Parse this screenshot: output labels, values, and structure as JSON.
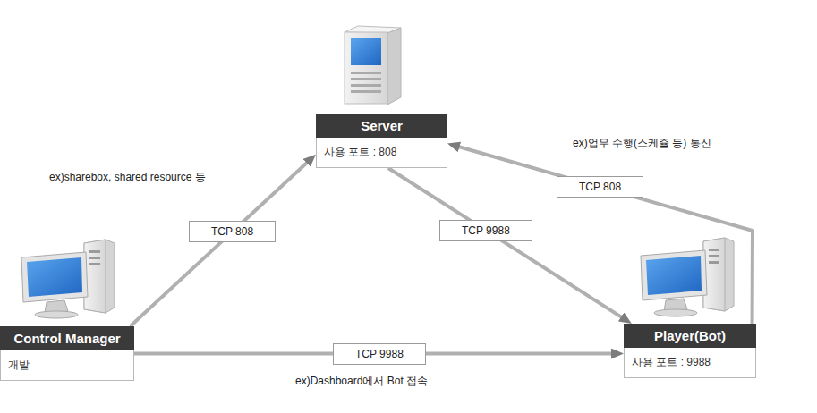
{
  "diagram": {
    "nodes": [
      {
        "text": [
          "Server",
          "사용 포트 : 808"
        ]
      },
      {
        "text": [
          "Control Manager",
          "개발"
        ]
      },
      {
        "text": [
          "Player(Bot)",
          "사용 포트 : 9988"
        ]
      }
    ],
    "edges": [
      {
        "from": 1,
        "to": 0,
        "arrow": "to",
        "label": "TCP 808"
      },
      {
        "from": 0,
        "to": 2,
        "arrow": "to",
        "label": "TCP 9988"
      },
      {
        "from": 2,
        "to": 0,
        "arrow": "to",
        "label": "TCP 808"
      },
      {
        "from": 1,
        "to": 2,
        "arrow": "to",
        "label": "TCP 9988"
      }
    ],
    "labels": [
      "ex)sharebox, shared resource 등",
      "ex)업무 수행(스케쥴 등) 통신",
      "ex)Dashboard에서 Bot 접속"
    ]
  }
}
